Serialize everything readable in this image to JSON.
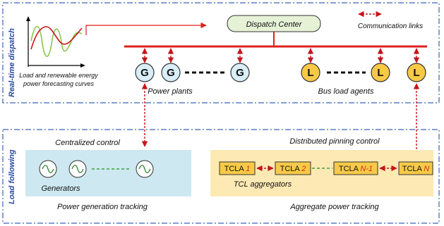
{
  "sections": {
    "top_label": "Real-time dispatch",
    "bottom_label": "Load following"
  },
  "forecast": {
    "caption_line1": "Load and renewable energy",
    "caption_line2": "power forecasting curves"
  },
  "dispatch_center": "Dispatch Center",
  "legend": {
    "communication": "Communication links"
  },
  "generator_letter": "G",
  "load_letter": "L",
  "power_plants": "Power plants",
  "bus_load_agents": "Bus load agents",
  "centralized": {
    "title": "Centralized control",
    "generators": "Generators",
    "tracking": "Power generation tracking"
  },
  "distributed": {
    "title": "Distributed pinning control",
    "aggregators": "TCL  aggregators",
    "tracking": "Aggregate power tracking",
    "tcla_prefix": "TCLA",
    "units": [
      "1",
      "2",
      "N-1",
      "N"
    ]
  },
  "colors": {
    "bus": "#e0201b",
    "link": "#c4161c",
    "gen_fill": "#d9eef7",
    "load_fill": "#f7c948",
    "dispatch_fill": "#e6f2d6",
    "green_panel": "#cde8f0",
    "yellow_panel": "#fde9b3",
    "dash_border": "#3b63b5"
  }
}
